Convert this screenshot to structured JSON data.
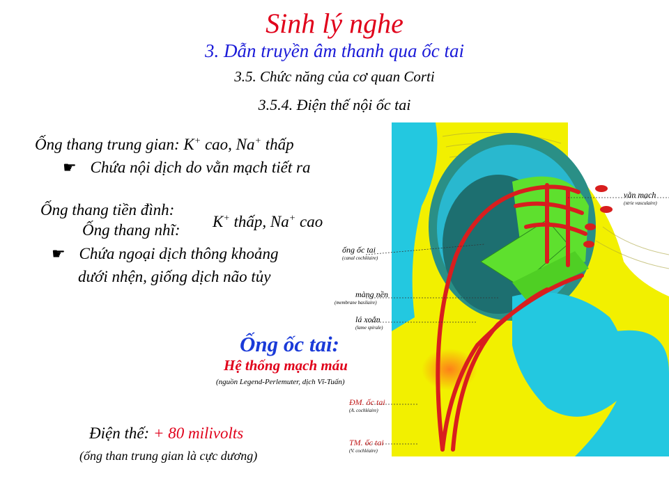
{
  "slide": {
    "title": "Sinh lý nghe",
    "subtitle": "3. Dẫn truyền âm thanh qua ốc tai",
    "section": "3.5. Chức năng của cơ quan Corti",
    "subsection": "3.5.4. Điện thế nội ốc tai"
  },
  "scala_media": {
    "line_prefix": "Ống thang trung gian: K",
    "sup1": "+",
    "mid": " cao, Na",
    "sup2": "+",
    "line_suffix": " thấp",
    "bullet_icon": "pointing-hand-icon",
    "bullet_text": "Chứa nội dịch do vằn mạch tiết ra"
  },
  "scala_vestibuli_tympani": {
    "line1": "Ống thang tiền đình:",
    "line2": "Ống thang nhĩ:",
    "ion_prefix": "K",
    "ion_sup1": "+",
    "ion_mid": " thấp, Na",
    "ion_sup2": "+",
    "ion_suffix": " cao",
    "bullet_icon": "pointing-hand-icon",
    "bullet_line1": "Chứa ngoại dịch thông khoảng",
    "bullet_line2": "dưới nhện, giống dịch não tủy"
  },
  "figure": {
    "heading": "Ống ốc tai:",
    "caption": "Hệ thống mạch máu",
    "source": "(nguồn Legend-Perlemuter, dịch Vĩ-Tuấn)",
    "labels": [
      {
        "main": "vằn mạch",
        "sub": "(strie vasculaire)"
      },
      {
        "main": "ống ốc tai",
        "sub": "(canal cochléaire)"
      },
      {
        "main": "màng nền",
        "sub": "(membrane basilaire)"
      },
      {
        "main": "lá xoắn",
        "sub": "(lame spirale)"
      },
      {
        "main": "ĐM. ốc tai",
        "sub": "(A. cochléaire)"
      },
      {
        "main": "TM. ốc tai",
        "sub": "(V. cochléaire)"
      }
    ],
    "colors": {
      "bone": "#f2f000",
      "fluid": "#23c8e0",
      "duct": "#2a8f86",
      "organ": "#5ee02e",
      "vessel": "#d81e1e",
      "highlight": "#ff7a1a"
    }
  },
  "potential": {
    "label": "Điện thế: ",
    "value": "+ 80 milivolts",
    "note": "(ống than trung gian là cực dương)"
  }
}
